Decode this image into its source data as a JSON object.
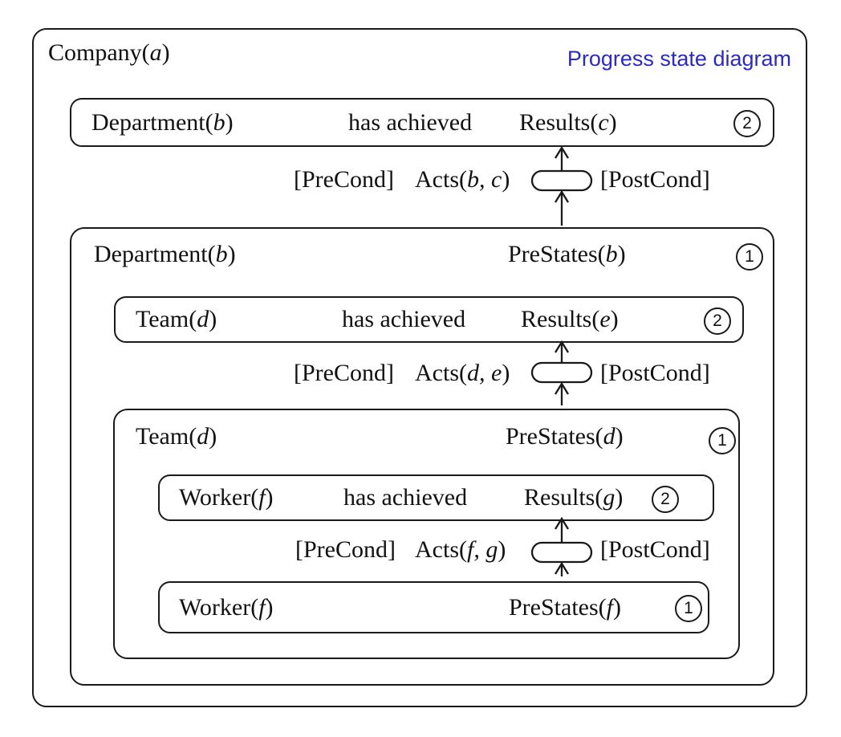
{
  "caption": {
    "text": "Progress state diagram"
  },
  "company": {
    "prefix": "Company(",
    "var": "a",
    "suffix": ")"
  },
  "levels": [
    {
      "result_row": {
        "actor": {
          "prefix": "Department(",
          "var": "b",
          "suffix": ")"
        },
        "verb": "has achieved",
        "result": {
          "prefix": "Results(",
          "var": "c",
          "suffix": ")"
        },
        "badge": "2"
      },
      "transition": {
        "precond": "[PreCond]",
        "acts": {
          "prefix": "Acts(",
          "var": "b, c",
          "suffix": ")"
        },
        "postcond": "[PostCond]"
      },
      "prestates": {
        "actor": {
          "prefix": "Department(",
          "var": "b",
          "suffix": ")"
        },
        "state": {
          "prefix": "PreStates(",
          "var": "b",
          "suffix": ")"
        },
        "badge": "1"
      }
    },
    {
      "result_row": {
        "actor": {
          "prefix": "Team(",
          "var": "d",
          "suffix": ")"
        },
        "verb": "has achieved",
        "result": {
          "prefix": "Results(",
          "var": "e",
          "suffix": ")"
        },
        "badge": "2"
      },
      "transition": {
        "precond": "[PreCond]",
        "acts": {
          "prefix": "Acts(",
          "var": "d, e",
          "suffix": ")"
        },
        "postcond": "[PostCond]"
      },
      "prestates": {
        "actor": {
          "prefix": "Team(",
          "var": "d",
          "suffix": ")"
        },
        "state": {
          "prefix": "PreStates(",
          "var": "d",
          "suffix": ")"
        },
        "badge": "1"
      }
    },
    {
      "result_row": {
        "actor": {
          "prefix": "Worker(",
          "var": "f",
          "suffix": ")"
        },
        "verb": "has achieved",
        "result": {
          "prefix": "Results(",
          "var": "g",
          "suffix": ")"
        },
        "badge": "2"
      },
      "transition": {
        "precond": "[PreCond]",
        "acts": {
          "prefix": "Acts(",
          "var": "f, g",
          "suffix": ")"
        },
        "postcond": "[PostCond]"
      },
      "prestates": {
        "actor": {
          "prefix": "Worker(",
          "var": "f",
          "suffix": ")"
        },
        "state": {
          "prefix": "PreStates(",
          "var": "f",
          "suffix": ")"
        },
        "badge": "1"
      }
    }
  ],
  "colors": {
    "border": "#1a1a1a",
    "caption_blue": "#2B2BBD",
    "background": "#ffffff"
  }
}
